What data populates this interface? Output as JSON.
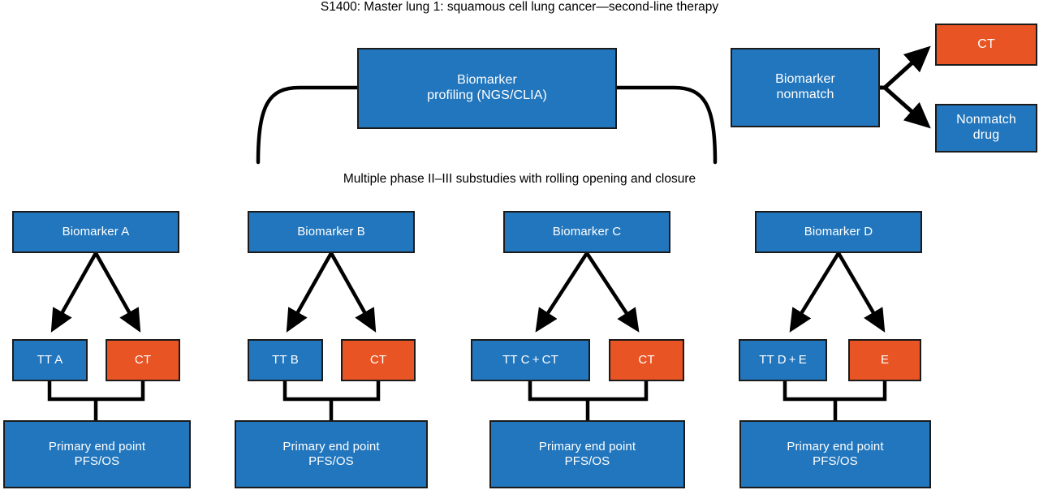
{
  "diagram": {
    "title": "S1400: Master lung 1: squamous cell lung cancer—second-line therapy",
    "substudies_caption": "Multiple phase II–III substudies with rolling opening and closure",
    "colors": {
      "targeted_therapy_blue": "#2276bd",
      "control_therapy_orange": "#e85423",
      "connector_black": "#000000",
      "box_border": "#1b1b1b",
      "label_white": "#ffffff"
    },
    "screening": {
      "profiling": "Biomarker\nprofiling (NGS/CLIA)",
      "nonmatch": "Biomarker\nnonmatch",
      "nonmatch_branches": [
        {
          "label": "CT",
          "color": "orange"
        },
        {
          "label": "Nonmatch\ndrug",
          "color": "blue"
        }
      ]
    },
    "substudies": [
      {
        "biomarker": "Biomarker A",
        "treatment_arm": "TT A",
        "control_arm": "CT",
        "endpoint": "Primary end point\nPFS/OS"
      },
      {
        "biomarker": "Biomarker B",
        "treatment_arm": "TT B",
        "control_arm": "CT",
        "endpoint": "Primary end point\nPFS/OS"
      },
      {
        "biomarker": "Biomarker C",
        "treatment_arm": "TT C + CT",
        "control_arm": "CT",
        "endpoint": "Primary end point\nPFS/OS"
      },
      {
        "biomarker": "Biomarker D",
        "treatment_arm": "TT D + E",
        "control_arm": "E",
        "endpoint": "Primary end point\nPFS/OS"
      }
    ]
  }
}
